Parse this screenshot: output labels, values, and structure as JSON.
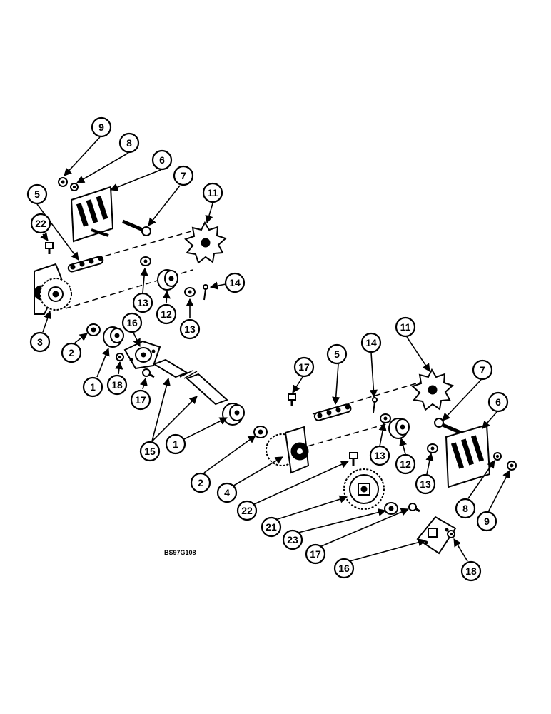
{
  "figure_code": "BS97G108",
  "labels": [
    "9",
    "8",
    "6",
    "7",
    "5",
    "22",
    "11",
    "13",
    "12",
    "13",
    "14",
    "3",
    "2",
    "16",
    "1",
    "18",
    "17",
    "15",
    "17",
    "5",
    "14",
    "11",
    "7",
    "6",
    "1",
    "2",
    "13",
    "12",
    "13",
    "4",
    "22",
    "21",
    "8",
    "9",
    "23",
    "17",
    "16",
    "18"
  ]
}
